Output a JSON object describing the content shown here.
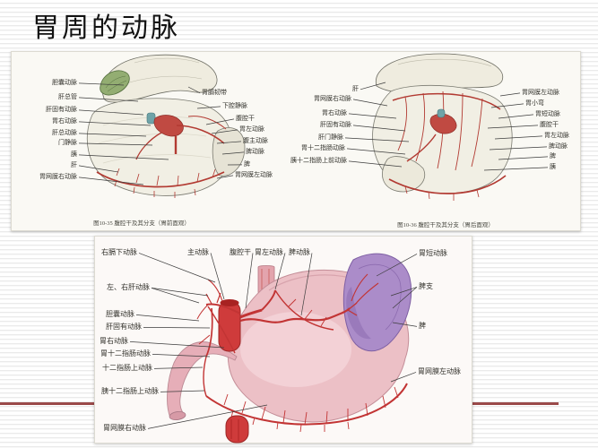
{
  "slide": {
    "title": "胃周的动脉",
    "accent_line_color": "#9a4a4a"
  },
  "figure_anterior": {
    "caption": "图10-35 腹腔干及其分支（胃前面观）",
    "left_labels": [
      "胆囊动脉",
      "肝总管",
      "肝固有动脉",
      "胃右动脉",
      "肝总动脉",
      "门静脉",
      "胰",
      "肝",
      "胃网膜右动脉"
    ],
    "right_labels": [
      "胃膈韧带",
      "下腔静脉",
      "腹腔干",
      "胃左动脉",
      "腹主动脉",
      "脾动脉",
      "脾",
      "胃网膜左动脉"
    ]
  },
  "figure_posterior": {
    "caption": "图10-36 腹腔干及其分支（胃后面观）",
    "left_labels": [
      "肝",
      "胃网膜右动脉",
      "胃右动脉",
      "肝固有动脉",
      "肝门静脉",
      "胃十二指肠动脉",
      "胰十二指肠上前动脉"
    ],
    "right_labels": [
      "胃网膜左动脉",
      "胃小弯",
      "胃短动脉",
      "腹腔干",
      "胃左动脉",
      "脾动脉",
      "脾",
      "胰"
    ]
  },
  "figure_color": {
    "top_labels": [
      "右膈下动脉",
      "主动脉",
      "腹腔干",
      "胃左动脉",
      "脾动脉",
      "胃短动脉"
    ],
    "left_labels": [
      "左、右肝动脉",
      "胆囊动脉",
      "肝固有动脉",
      "胃右动脉",
      "胃十二指肠动脉",
      "十二指肠上动脉",
      "胰十二指肠上动脉",
      "胃网膜右动脉"
    ],
    "right_labels": [
      "脾支",
      "脾",
      "胃网膜左动脉"
    ]
  },
  "colors": {
    "artery_red": "#c23434",
    "stomach_pink": "#ecc0c6",
    "spleen_purple": "#ab8cc9",
    "gallbladder_green": "#93ad72",
    "portal_teal": "#6fa3a8"
  }
}
